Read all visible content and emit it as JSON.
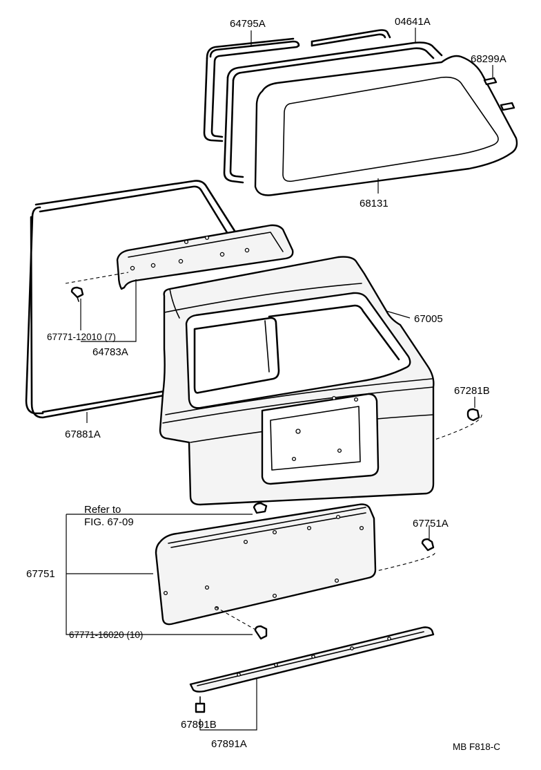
{
  "labels": {
    "p64795A": "64795A",
    "p04641A": "04641A",
    "p68299A": "68299A",
    "p68131": "68131",
    "p67771_12010": "67771-12010 (7)",
    "p64783A": "64783A",
    "p67005": "67005",
    "p67881A": "67881A",
    "p67281B": "67281B",
    "refer_line1": "Refer to",
    "refer_line2": "FIG. 67-09",
    "p67751A": "67751A",
    "p67751": "67751",
    "p67771_16020": "67771-16020 (10)",
    "p67891B": "67891B",
    "p67891A": "67891A",
    "footer": "MB  F818-C"
  }
}
